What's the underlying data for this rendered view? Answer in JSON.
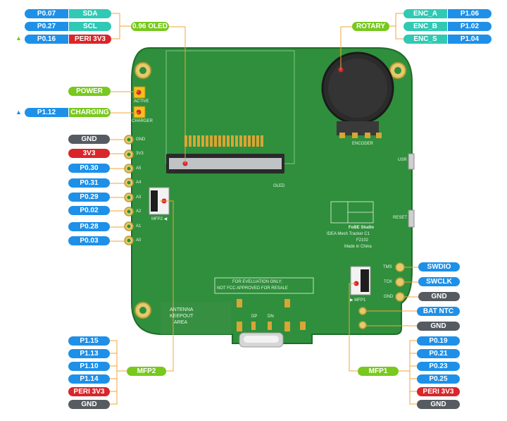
{
  "colors": {
    "blue": "#1e90e8",
    "green": "#78c81e",
    "red": "#d8262a",
    "teal": "#2fc9b4",
    "gray": "#555b60",
    "pcb": "#2f8f3c",
    "line": "#f0a63a"
  },
  "top_left": {
    "rows": [
      {
        "pin": "P0.07",
        "func": "SDA"
      },
      {
        "pin": "P0.27",
        "func": "SCL"
      },
      {
        "pin": "P0.16",
        "func": "PERI 3V3"
      }
    ],
    "oled_label": "0.96 OLED"
  },
  "top_right": {
    "rotary_label": "ROTARY",
    "rows": [
      {
        "func": "ENC_A",
        "pin": "P1.06"
      },
      {
        "func": "ENC_B",
        "pin": "P1.02"
      },
      {
        "func": "ENC_S",
        "pin": "P1.04"
      }
    ]
  },
  "left_status": {
    "power": "POWER",
    "charging_pin": "P1.12",
    "charging": "CHARGING"
  },
  "left_header": [
    "GND",
    "3V3",
    "P0.30",
    "P0.31",
    "P0.29",
    "P0.02",
    "P0.28",
    "P0.03"
  ],
  "right_debug": {
    "swdio": "SWDIO",
    "swclk": "SWCLK",
    "gnd": "GND",
    "bat_ntc": "BAT NTC",
    "gnd2": "GND"
  },
  "mfp2": {
    "label": "MFP2",
    "pins": [
      "P1.15",
      "P1.13",
      "P1.10",
      "P1.14",
      "PERI 3V3",
      "GND"
    ]
  },
  "mfp1": {
    "label": "MFP1",
    "pins": [
      "P0.19",
      "P0.21",
      "P0.23",
      "P0.25",
      "PERI 3V3",
      "GND"
    ]
  },
  "silkscreen": {
    "active": "ACTIVE",
    "charger": "CHARGER",
    "header_pins": [
      "GND",
      "3V3",
      "A5",
      "A4",
      "A3",
      "A2",
      "A1",
      "A0"
    ],
    "oled": "OLED",
    "encoder": "ENCODER",
    "usr": "USR",
    "reset": "RESET",
    "mfp2": "MFP2 ◀",
    "mfp1": "▶ MFP1",
    "tms": "TMS",
    "tck": "TCK",
    "gnd": "GND",
    "brand": [
      "FoBE Studio",
      "IDEA Mesh Tracker C1",
      "F2102",
      "Made in China"
    ],
    "notice": [
      "FOR EVELUATION ONLY;",
      "NOT FCC APPROVED FOR RESALE"
    ],
    "antenna": [
      "ANTENNA",
      "KEEPOUT",
      "AREA"
    ],
    "dp": "DP",
    "dn": "DN"
  }
}
